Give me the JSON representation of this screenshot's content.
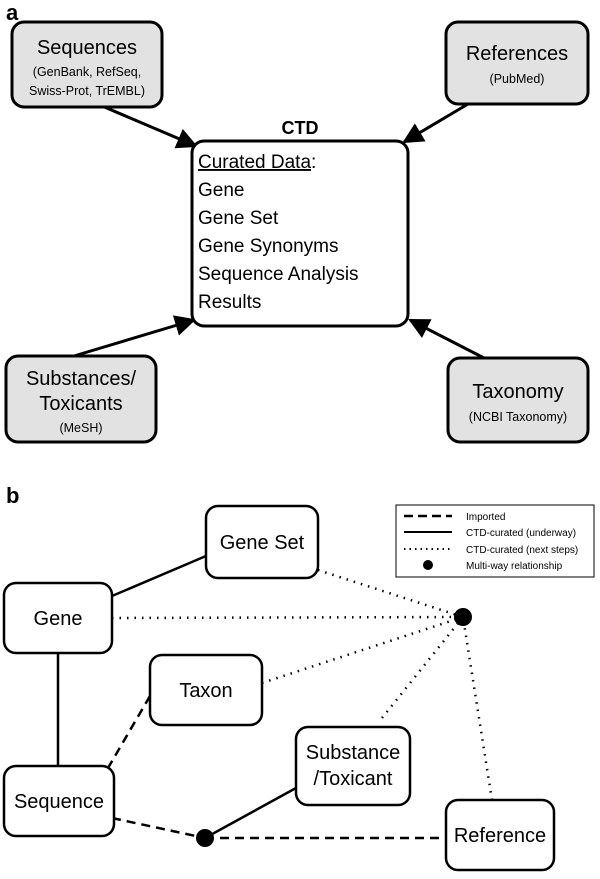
{
  "panel_a": {
    "label": "a",
    "center_title": "CTD",
    "center_heading": "Curated Data",
    "center_heading_colon": ":",
    "center_items": [
      "Gene",
      "Gene Set",
      "Gene Synonyms",
      "Sequence Analysis",
      "Results"
    ],
    "sources": {
      "sequences": {
        "title": "Sequences",
        "sub1": "(GenBank, RefSeq,",
        "sub2": "Swiss-Prot, TrEMBL)"
      },
      "references": {
        "title": "References",
        "sub1": "(PubMed)"
      },
      "substances": {
        "title1": "Substances/",
        "title2": "Toxicants",
        "sub1": "(MeSH)"
      },
      "taxonomy": {
        "title": "Taxonomy",
        "sub1": "(NCBI Taxonomy)"
      }
    }
  },
  "panel_b": {
    "label": "b",
    "nodes": {
      "gene_set": "Gene Set",
      "gene": "Gene",
      "taxon": "Taxon",
      "sequence": "Sequence",
      "substance1": "Substance",
      "substance2": "/Toxicant",
      "reference": "Reference"
    },
    "legend": {
      "imported": "Imported",
      "curated_underway": "CTD-curated (underway)",
      "curated_next": "CTD-curated (next steps)",
      "multiway": "Multi-way relationship"
    }
  },
  "colors": {
    "source_box_fill": "#e2e2e2",
    "stroke": "#000000"
  }
}
